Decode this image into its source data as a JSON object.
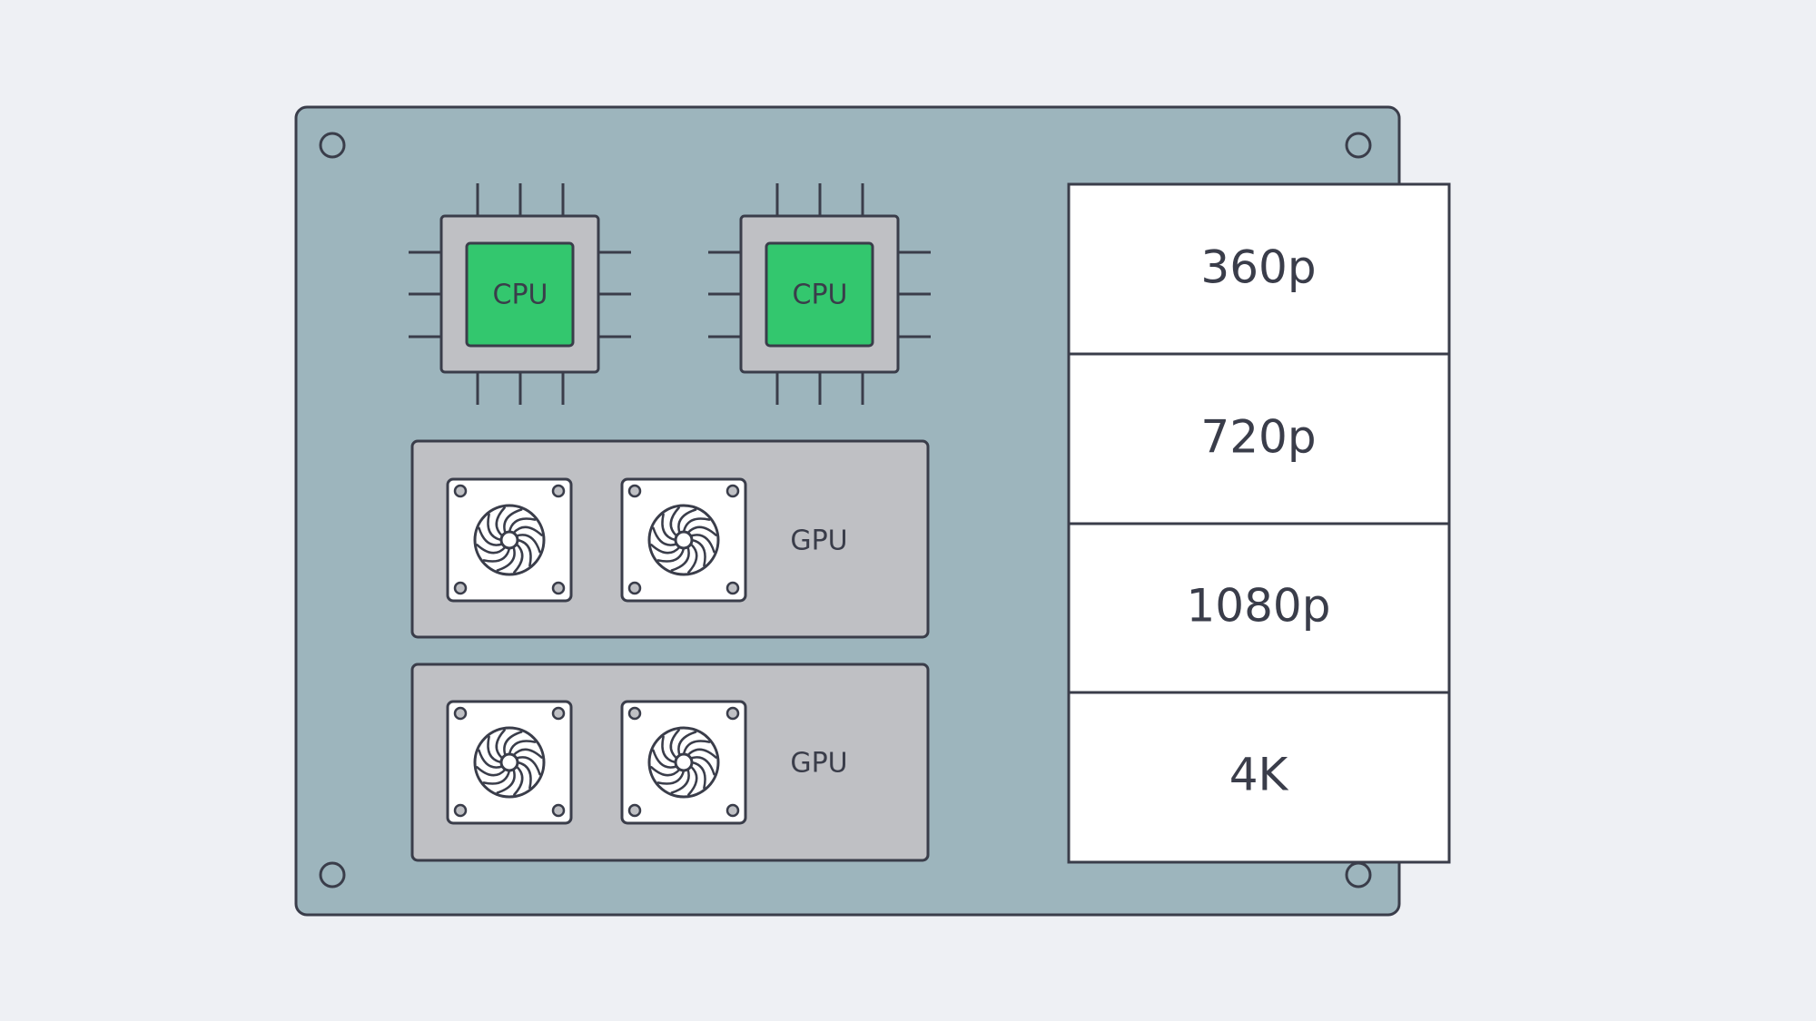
{
  "colors": {
    "background": "#eef0f4",
    "board": "#9db5bd",
    "outline": "#3a3d4a",
    "chip_package": "#bfc0c4",
    "cpu_die": "#33c76e",
    "gpu_card": "#bfc0c4",
    "fan_housing": "#ffffff",
    "resolution_panel": "#ffffff"
  },
  "cpus": [
    {
      "label": "CPU"
    },
    {
      "label": "CPU"
    }
  ],
  "gpus": [
    {
      "label": "GPU"
    },
    {
      "label": "GPU"
    }
  ],
  "resolutions": [
    "360p",
    "720p",
    "1080p",
    "4K"
  ]
}
